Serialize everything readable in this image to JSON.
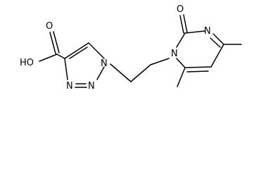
{
  "molecule": {
    "atom_labels": {
      "hydroxyl": "HO",
      "carbonyl_oxygen_acid": "O",
      "triazole_n1": "N",
      "triazole_n2": "N",
      "triazole_n3": "N",
      "pyrimidine_n1": "N",
      "pyrimidine_n3": "N",
      "pyrimidinone_oxygen": "O"
    },
    "colors": {
      "bond": "#000000",
      "text": "#000000",
      "background": "#ffffff"
    }
  }
}
